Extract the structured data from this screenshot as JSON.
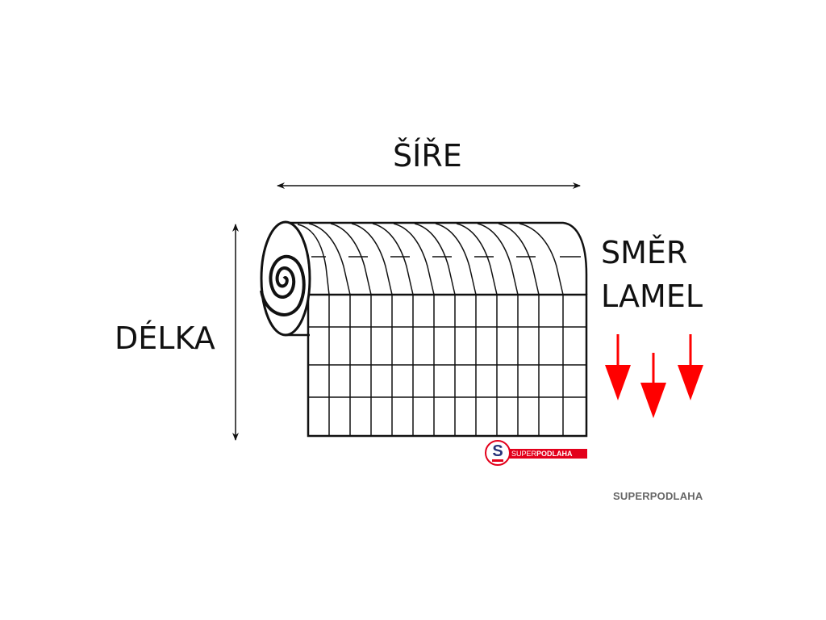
{
  "labels": {
    "width": "ŠÍŘE",
    "length": "DÉLKA",
    "direction_line1": "SMĚR",
    "direction_line2": "LAMEL"
  },
  "logo": {
    "letter": "S",
    "text_regular": "SUPER",
    "text_bold": "PODLAHA"
  },
  "watermark": "SUPERPODLAHA",
  "colors": {
    "ink": "#111111",
    "arrow_red": "#ff0000",
    "logo_red": "#e3001b",
    "logo_navy": "#27337a",
    "watermark_grey": "#666666"
  },
  "icons": {
    "width_dimension": "double-headed-horizontal-arrow",
    "length_dimension": "double-headed-vertical-arrow",
    "direction": "red-down-arrow"
  }
}
